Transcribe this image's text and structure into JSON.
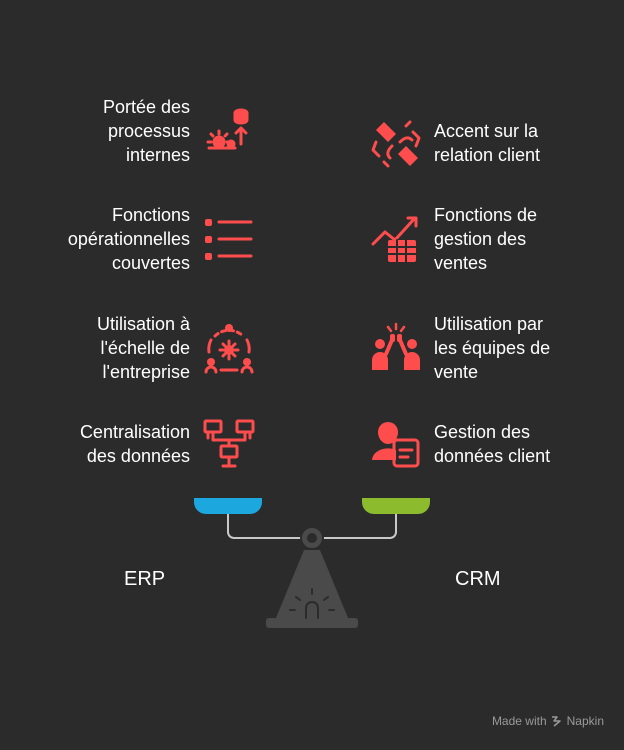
{
  "colors": {
    "background": "#2b2b2b",
    "icon": "#ff4d4d",
    "erp_pan": "#1ca7de",
    "crm_pan": "#8dbb2e",
    "scale": "#4a4a4a"
  },
  "left": {
    "label": "ERP",
    "items": [
      {
        "text": "Portée des\nprocessus\ninternes",
        "icon": "gear-database-icon"
      },
      {
        "text": "Fonctions\nopérationnelles\ncouvertes",
        "icon": "list-icon"
      },
      {
        "text": "Utilisation à\nl'échelle de\nl'entreprise",
        "icon": "team-gear-icon"
      },
      {
        "text": "Centralisation\ndes données",
        "icon": "network-icon"
      }
    ]
  },
  "right": {
    "label": "CRM",
    "items": [
      {
        "text": "Accent sur la\nrelation client",
        "icon": "handshake-icon"
      },
      {
        "text": "Fonctions de\ngestion des\nventes",
        "icon": "sales-chart-icon"
      },
      {
        "text": "Utilisation par\nles équipes de\nvente",
        "icon": "high-five-icon"
      },
      {
        "text": "Gestion des\ndonnées client",
        "icon": "customer-data-icon"
      }
    ]
  },
  "footer": {
    "made_with": "Made with",
    "brand": "Napkin"
  }
}
